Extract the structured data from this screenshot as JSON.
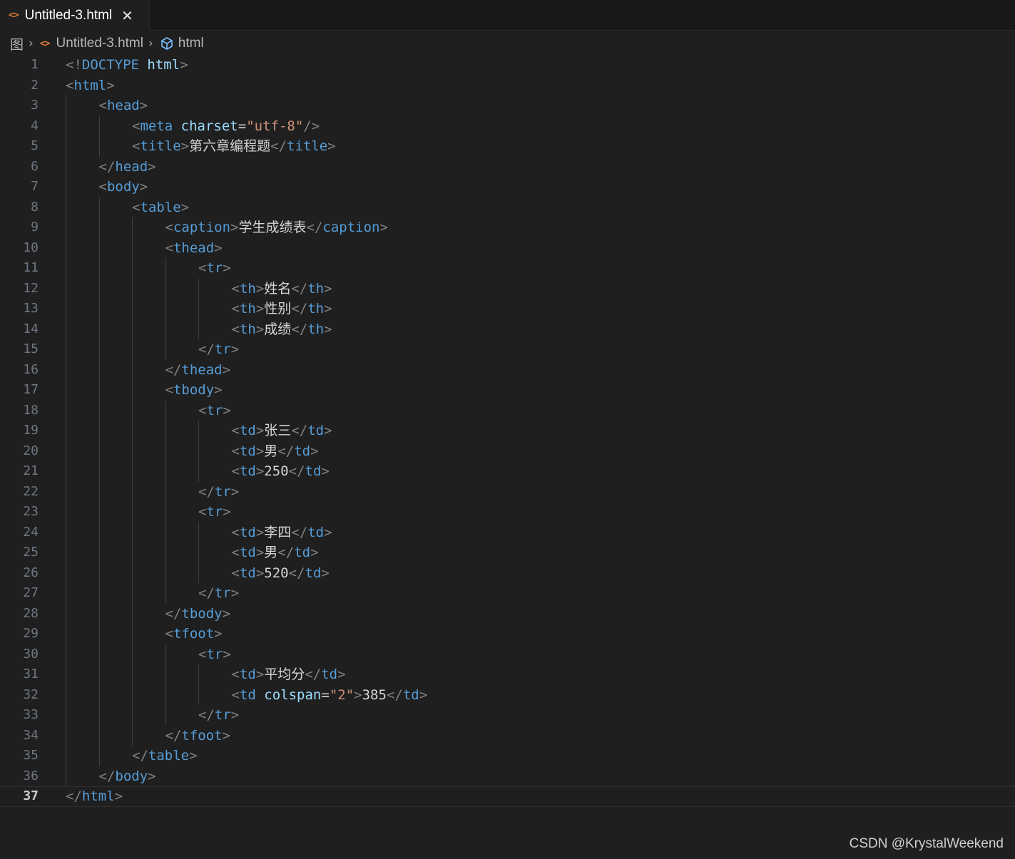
{
  "tab": {
    "title": "Untitled-3.html",
    "file_icon": "html-file-icon",
    "close_icon": "close-icon"
  },
  "breadcrumb": {
    "root": "图",
    "file": "Untitled-3.html",
    "symbol": "html"
  },
  "editor": {
    "current_line": 37,
    "lines": [
      {
        "n": "1",
        "indent": 0,
        "tokens": [
          [
            "p",
            "<!"
          ],
          [
            "t",
            "DOCTYPE"
          ],
          [
            "x",
            " "
          ],
          [
            "a",
            "html"
          ],
          [
            "p",
            ">"
          ]
        ]
      },
      {
        "n": "2",
        "indent": 0,
        "tokens": [
          [
            "p",
            "<"
          ],
          [
            "t",
            "html"
          ],
          [
            "p",
            ">"
          ]
        ]
      },
      {
        "n": "3",
        "indent": 1,
        "tokens": [
          [
            "p",
            "<"
          ],
          [
            "t",
            "head"
          ],
          [
            "p",
            ">"
          ]
        ]
      },
      {
        "n": "4",
        "indent": 2,
        "tokens": [
          [
            "p",
            "<"
          ],
          [
            "t",
            "meta"
          ],
          [
            "x",
            " "
          ],
          [
            "a",
            "charset"
          ],
          [
            "x",
            "="
          ],
          [
            "s",
            "\"utf-8\""
          ],
          [
            "p",
            "/>"
          ]
        ]
      },
      {
        "n": "5",
        "indent": 2,
        "tokens": [
          [
            "p",
            "<"
          ],
          [
            "t",
            "title"
          ],
          [
            "p",
            ">"
          ],
          [
            "x",
            "第六章编程题"
          ],
          [
            "p",
            "</"
          ],
          [
            "t",
            "title"
          ],
          [
            "p",
            ">"
          ]
        ]
      },
      {
        "n": "6",
        "indent": 1,
        "tokens": [
          [
            "p",
            "</"
          ],
          [
            "t",
            "head"
          ],
          [
            "p",
            ">"
          ]
        ]
      },
      {
        "n": "7",
        "indent": 1,
        "tokens": [
          [
            "p",
            "<"
          ],
          [
            "t",
            "body"
          ],
          [
            "p",
            ">"
          ]
        ]
      },
      {
        "n": "8",
        "indent": 2,
        "tokens": [
          [
            "p",
            "<"
          ],
          [
            "t",
            "table"
          ],
          [
            "p",
            ">"
          ]
        ]
      },
      {
        "n": "9",
        "indent": 3,
        "tokens": [
          [
            "p",
            "<"
          ],
          [
            "t",
            "caption"
          ],
          [
            "p",
            ">"
          ],
          [
            "x",
            "学生成绩表"
          ],
          [
            "p",
            "</"
          ],
          [
            "t",
            "caption"
          ],
          [
            "p",
            ">"
          ]
        ]
      },
      {
        "n": "10",
        "indent": 3,
        "tokens": [
          [
            "p",
            "<"
          ],
          [
            "t",
            "thead"
          ],
          [
            "p",
            ">"
          ]
        ]
      },
      {
        "n": "11",
        "indent": 4,
        "tokens": [
          [
            "p",
            "<"
          ],
          [
            "t",
            "tr"
          ],
          [
            "p",
            ">"
          ]
        ]
      },
      {
        "n": "12",
        "indent": 5,
        "tokens": [
          [
            "p",
            "<"
          ],
          [
            "t",
            "th"
          ],
          [
            "p",
            ">"
          ],
          [
            "x",
            "姓名"
          ],
          [
            "p",
            "</"
          ],
          [
            "t",
            "th"
          ],
          [
            "p",
            ">"
          ]
        ]
      },
      {
        "n": "13",
        "indent": 5,
        "tokens": [
          [
            "p",
            "<"
          ],
          [
            "t",
            "th"
          ],
          [
            "p",
            ">"
          ],
          [
            "x",
            "性别"
          ],
          [
            "p",
            "</"
          ],
          [
            "t",
            "th"
          ],
          [
            "p",
            ">"
          ]
        ]
      },
      {
        "n": "14",
        "indent": 5,
        "tokens": [
          [
            "p",
            "<"
          ],
          [
            "t",
            "th"
          ],
          [
            "p",
            ">"
          ],
          [
            "x",
            "成绩"
          ],
          [
            "p",
            "</"
          ],
          [
            "t",
            "th"
          ],
          [
            "p",
            ">"
          ]
        ]
      },
      {
        "n": "15",
        "indent": 4,
        "tokens": [
          [
            "p",
            "</"
          ],
          [
            "t",
            "tr"
          ],
          [
            "p",
            ">"
          ]
        ]
      },
      {
        "n": "16",
        "indent": 3,
        "tokens": [
          [
            "p",
            "</"
          ],
          [
            "t",
            "thead"
          ],
          [
            "p",
            ">"
          ]
        ]
      },
      {
        "n": "17",
        "indent": 3,
        "tokens": [
          [
            "p",
            "<"
          ],
          [
            "t",
            "tbody"
          ],
          [
            "p",
            ">"
          ]
        ]
      },
      {
        "n": "18",
        "indent": 4,
        "tokens": [
          [
            "p",
            "<"
          ],
          [
            "t",
            "tr"
          ],
          [
            "p",
            ">"
          ]
        ]
      },
      {
        "n": "19",
        "indent": 5,
        "tokens": [
          [
            "p",
            "<"
          ],
          [
            "t",
            "td"
          ],
          [
            "p",
            ">"
          ],
          [
            "x",
            "张三"
          ],
          [
            "p",
            "</"
          ],
          [
            "t",
            "td"
          ],
          [
            "p",
            ">"
          ]
        ]
      },
      {
        "n": "20",
        "indent": 5,
        "tokens": [
          [
            "p",
            "<"
          ],
          [
            "t",
            "td"
          ],
          [
            "p",
            ">"
          ],
          [
            "x",
            "男"
          ],
          [
            "p",
            "</"
          ],
          [
            "t",
            "td"
          ],
          [
            "p",
            ">"
          ]
        ]
      },
      {
        "n": "21",
        "indent": 5,
        "tokens": [
          [
            "p",
            "<"
          ],
          [
            "t",
            "td"
          ],
          [
            "p",
            ">"
          ],
          [
            "x",
            "250"
          ],
          [
            "p",
            "</"
          ],
          [
            "t",
            "td"
          ],
          [
            "p",
            ">"
          ]
        ]
      },
      {
        "n": "22",
        "indent": 4,
        "tokens": [
          [
            "p",
            "</"
          ],
          [
            "t",
            "tr"
          ],
          [
            "p",
            ">"
          ]
        ]
      },
      {
        "n": "23",
        "indent": 4,
        "tokens": [
          [
            "p",
            "<"
          ],
          [
            "t",
            "tr"
          ],
          [
            "p",
            ">"
          ]
        ]
      },
      {
        "n": "24",
        "indent": 5,
        "tokens": [
          [
            "p",
            "<"
          ],
          [
            "t",
            "td"
          ],
          [
            "p",
            ">"
          ],
          [
            "x",
            "李四"
          ],
          [
            "p",
            "</"
          ],
          [
            "t",
            "td"
          ],
          [
            "p",
            ">"
          ]
        ]
      },
      {
        "n": "25",
        "indent": 5,
        "tokens": [
          [
            "p",
            "<"
          ],
          [
            "t",
            "td"
          ],
          [
            "p",
            ">"
          ],
          [
            "x",
            "男"
          ],
          [
            "p",
            "</"
          ],
          [
            "t",
            "td"
          ],
          [
            "p",
            ">"
          ]
        ]
      },
      {
        "n": "26",
        "indent": 5,
        "tokens": [
          [
            "p",
            "<"
          ],
          [
            "t",
            "td"
          ],
          [
            "p",
            ">"
          ],
          [
            "x",
            "520"
          ],
          [
            "p",
            "</"
          ],
          [
            "t",
            "td"
          ],
          [
            "p",
            ">"
          ]
        ]
      },
      {
        "n": "27",
        "indent": 4,
        "tokens": [
          [
            "p",
            "</"
          ],
          [
            "t",
            "tr"
          ],
          [
            "p",
            ">"
          ]
        ]
      },
      {
        "n": "28",
        "indent": 3,
        "tokens": [
          [
            "p",
            "</"
          ],
          [
            "t",
            "tbody"
          ],
          [
            "p",
            ">"
          ]
        ]
      },
      {
        "n": "29",
        "indent": 3,
        "tokens": [
          [
            "p",
            "<"
          ],
          [
            "t",
            "tfoot"
          ],
          [
            "p",
            ">"
          ]
        ]
      },
      {
        "n": "30",
        "indent": 4,
        "tokens": [
          [
            "p",
            "<"
          ],
          [
            "t",
            "tr"
          ],
          [
            "p",
            ">"
          ]
        ]
      },
      {
        "n": "31",
        "indent": 5,
        "tokens": [
          [
            "p",
            "<"
          ],
          [
            "t",
            "td"
          ],
          [
            "p",
            ">"
          ],
          [
            "x",
            "平均分"
          ],
          [
            "p",
            "</"
          ],
          [
            "t",
            "td"
          ],
          [
            "p",
            ">"
          ]
        ]
      },
      {
        "n": "32",
        "indent": 5,
        "tokens": [
          [
            "p",
            "<"
          ],
          [
            "t",
            "td"
          ],
          [
            "x",
            " "
          ],
          [
            "a",
            "colspan"
          ],
          [
            "x",
            "="
          ],
          [
            "s",
            "\"2\""
          ],
          [
            "p",
            ">"
          ],
          [
            "x",
            "385"
          ],
          [
            "p",
            "</"
          ],
          [
            "t",
            "td"
          ],
          [
            "p",
            ">"
          ]
        ]
      },
      {
        "n": "33",
        "indent": 4,
        "tokens": [
          [
            "p",
            "</"
          ],
          [
            "t",
            "tr"
          ],
          [
            "p",
            ">"
          ]
        ]
      },
      {
        "n": "34",
        "indent": 3,
        "tokens": [
          [
            "p",
            "</"
          ],
          [
            "t",
            "tfoot"
          ],
          [
            "p",
            ">"
          ]
        ]
      },
      {
        "n": "35",
        "indent": 2,
        "tokens": [
          [
            "p",
            "</"
          ],
          [
            "t",
            "table"
          ],
          [
            "p",
            ">"
          ]
        ]
      },
      {
        "n": "36",
        "indent": 1,
        "tokens": [
          [
            "p",
            "</"
          ],
          [
            "t",
            "body"
          ],
          [
            "p",
            ">"
          ]
        ]
      },
      {
        "n": "37",
        "indent": 0,
        "tokens": [
          [
            "p",
            "</"
          ],
          [
            "t",
            "html"
          ],
          [
            "p",
            ">"
          ]
        ]
      }
    ]
  },
  "colors": {
    "punctuation": "#808080",
    "tag": "#569cd6",
    "attribute": "#9cdcfe",
    "string": "#ce9178",
    "text": "#d4d4d4",
    "html_icon": "#e37933"
  },
  "watermark": "CSDN @KrystalWeekend"
}
